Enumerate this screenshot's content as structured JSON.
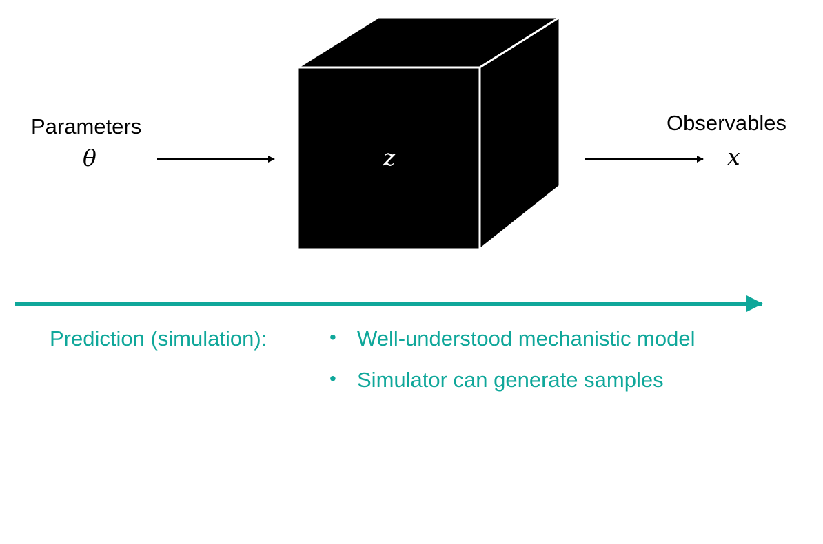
{
  "diagram": {
    "input_label": "Parameters",
    "input_symbol": "θ",
    "box_symbol": "z",
    "output_label": "Observables",
    "output_symbol": "x"
  },
  "prediction": {
    "label": "Prediction (simulation):",
    "bullets": [
      "Well-understood mechanistic model",
      "Simulator can generate samples"
    ]
  },
  "colors": {
    "accent": "#0fa79a",
    "box": "#000000",
    "background": "#ffffff"
  }
}
